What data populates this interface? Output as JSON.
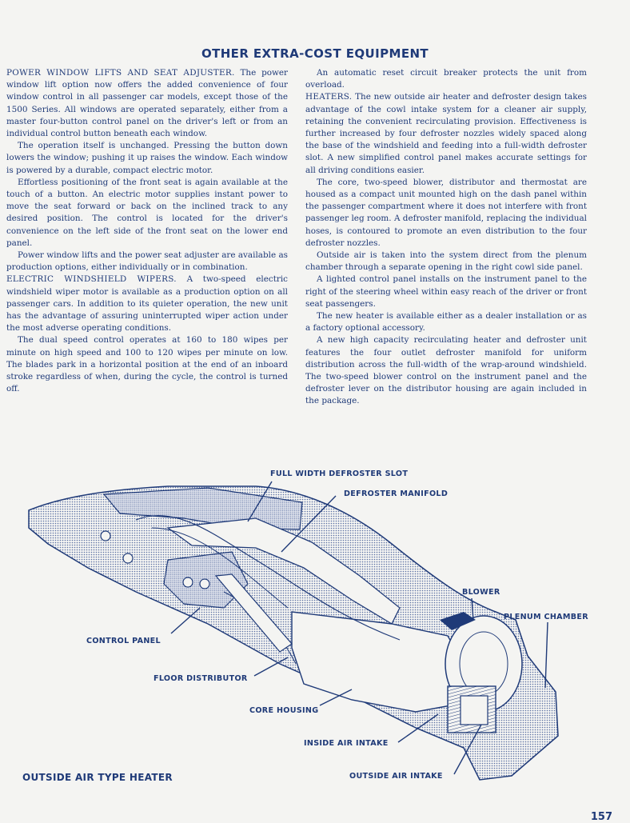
{
  "title": "OTHER EXTRA-COST EQUIPMENT",
  "left_column": [
    {
      "head": "POWER WINDOW LIFTS AND SEAT ADJUSTER.",
      "text": " The power window lift option now offers the added convenience of four window control in all passenger car models, except those of the 1500 Series. All windows are operated separately, either from a master four-button control panel on the driver's left or from an individual control button beneath each window.",
      "indent": false
    },
    {
      "head": "",
      "text": "The operation itself is unchanged. Pressing the button down lowers the window; pushing it up raises the window. Each window is powered by a durable, compact electric motor.",
      "indent": true
    },
    {
      "head": "",
      "text": "Effortless positioning of the front seat is again available at the touch of a button. An electric motor supplies instant power to move the seat forward or back on the inclined track to any desired position. The control is located for the driver's convenience on the left side of the front seat on the lower end panel.",
      "indent": true
    },
    {
      "head": "",
      "text": "Power window lifts and the power seat adjuster are available as production options, either individually or in combination.",
      "indent": true
    },
    {
      "head": "ELECTRIC WINDSHIELD WIPERS.",
      "text": " A two-speed electric windshield wiper motor is available as a production option on all passenger cars. In addition to its quieter operation, the new unit has the advantage of assuring uninterrupted wiper action under the most adverse operating conditions.",
      "indent": false
    },
    {
      "head": "",
      "text": "The dual speed control operates at 160 to 180 wipes per minute on high speed and 100 to 120 wipes per minute on low. The blades park in a horizontal position at the end of an inboard stroke regardless of when, during the cycle, the control is turned off.",
      "indent": true
    }
  ],
  "right_column": [
    {
      "head": "",
      "text": "An automatic reset circuit breaker protects the unit from overload.",
      "indent": true
    },
    {
      "head": "HEATERS.",
      "text": " The new outside air heater and defroster design takes advantage of the cowl intake system for a cleaner air supply, retaining the convenient recirculating provision. Effectiveness is further increased by four defroster nozzles widely spaced along the base of the windshield and feeding into a full-width defroster slot. A new simplified control panel makes accurate settings for all driving conditions easier.",
      "indent": false
    },
    {
      "head": "",
      "text": "The core, two-speed blower, distributor and thermostat are housed as a compact unit mounted high on the dash panel within the passenger compartment where it does not interfere with front passenger leg room. A defroster manifold, replacing the individual hoses, is contoured to promote an even distribution to the four defroster nozzles.",
      "indent": true
    },
    {
      "head": "",
      "text": "Outside air is taken into the system direct from the plenum chamber through a separate opening in the right cowl side panel.",
      "indent": true
    },
    {
      "head": "",
      "text": "A lighted control panel installs on the instrument panel to the right of the steering wheel within easy reach of the driver or front seat passengers.",
      "indent": true
    },
    {
      "head": "",
      "text": "The new heater is available either as a dealer installation or as a factory optional accessory.",
      "indent": true
    },
    {
      "head": "",
      "text": "A new high capacity recirculating heater and defroster unit features the four outlet defroster manifold for uniform distribution across the full-width of the wrap-around windshield. The two-speed blower control on the instrument panel and the defroster lever on the distributor housing are again included in the package.",
      "indent": true
    }
  ],
  "figure": {
    "labels": {
      "slot": "FULL WIDTH DEFROSTER SLOT",
      "manifold": "DEFROSTER MANIFOLD",
      "blower": "BLOWER",
      "plenum": "PLENUM CHAMBER",
      "control": "CONTROL PANEL",
      "floor": "FLOOR DISTRIBUTOR",
      "core": "CORE HOUSING",
      "inside": "INSIDE AIR INTAKE",
      "outside": "OUTSIDE AIR INTAKE"
    },
    "caption": "OUTSIDE AIR TYPE HEATER"
  },
  "page_number": "157",
  "colors": {
    "ink": "#1f3a78",
    "paper": "#f4f4f2"
  }
}
